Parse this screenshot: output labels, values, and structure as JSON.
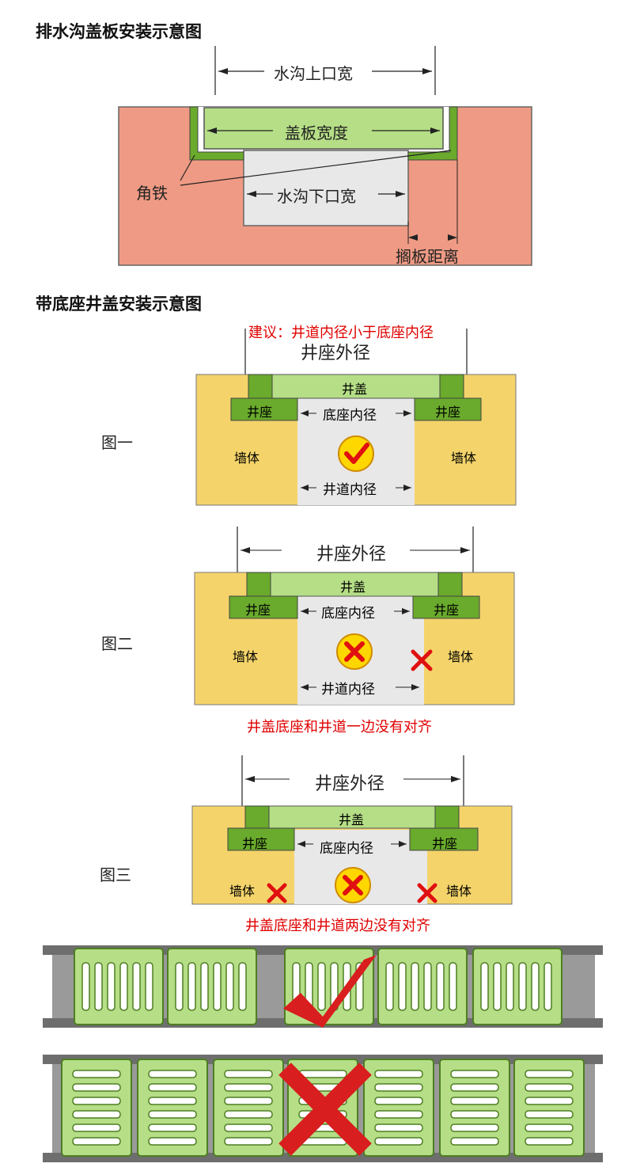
{
  "section1": {
    "title": "排水沟盖板安装示意图",
    "labels": {
      "top_width": "水沟上口宽",
      "cover_width": "盖板宽度",
      "angle_iron": "角铁",
      "bottom_width": "水沟下口宽",
      "rest_distance": "搁板距离"
    }
  },
  "section2": {
    "title": "带底座井盖安装示意图",
    "advice": "建议：井道内径小于底座内径",
    "labels": {
      "outer": "井座外径",
      "cover": "井盖",
      "seat": "井座",
      "base_inner": "底座内径",
      "wall": "墙体",
      "shaft_inner": "井道内径"
    },
    "figures": [
      {
        "name": "图一",
        "status": "correct",
        "note": ""
      },
      {
        "name": "图二",
        "status": "wrong",
        "note": "井盖底座和井道一边没有对齐"
      },
      {
        "name": "图三",
        "status": "wrong",
        "note": "井盖底座和井道两边没有对齐"
      }
    ]
  },
  "colors": {
    "wall_red": "#ef9a84",
    "wall_yellow": "#f4d46a",
    "plate_green": "#b5de86",
    "seat_green": "#6aaa2c",
    "channel_gray": "#e8e8e8",
    "rail_gray": "#6e6e6e",
    "check_red": "#d81e1e"
  },
  "bottom": {
    "row1_status": "correct",
    "row2_status": "wrong"
  }
}
